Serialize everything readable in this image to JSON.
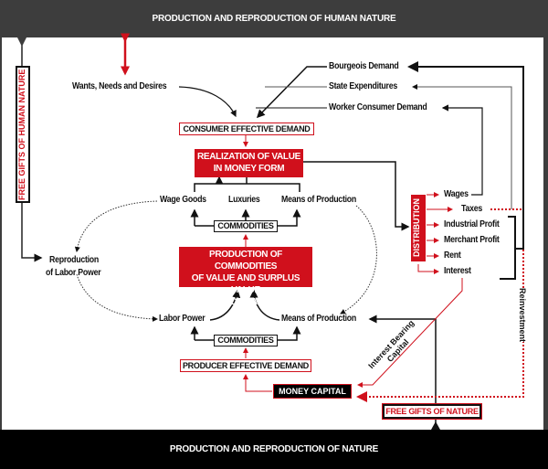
{
  "bands": {
    "top": "PRODUCTION AND REPRODUCTION OF HUMAN NATURE",
    "bottom": "PRODUCTION AND REPRODUCTION OF NATURE"
  },
  "left_column": {
    "free_gifts_human_nature": "FREE GIFTS OF HUMAN NATURE",
    "reproduction_labor_power_line1": "Reproduction",
    "reproduction_labor_power_line2": "of Labor Power"
  },
  "upper": {
    "wants": "Wants, Needs and Desires",
    "consumer_effective_demand": "CONSUMER EFFECTIVE DEMAND",
    "realization_line1": "REALIZATION OF VALUE",
    "realization_line2": "IN MONEY FORM",
    "wage_goods": "Wage Goods",
    "luxuries": "Luxuries",
    "means_of_production_top": "Means of Production",
    "commodities_top": "COMMODITIES"
  },
  "demand_sources": {
    "bourgeois": "Bourgeois Demand",
    "state": "State Expenditures",
    "worker": "Worker Consumer Demand"
  },
  "production": {
    "line1": "PRODUCTION OF COMMODITIES",
    "line2": "OF VALUE AND SURPLUS VALUE",
    "line3": "VALDRIZATION"
  },
  "lower": {
    "labor_power": "Labor Power",
    "means_of_production_bottom": "Means of Production",
    "commodities_bottom": "COMMODITIES",
    "producer_effective_demand": "PRODUCER EFFECTIVE DEMAND",
    "money_capital": "MONEY CAPITAL",
    "free_gifts_nature": "FREE GIFTS OF NATURE",
    "interest_bearing_line1": "Interest Bearing",
    "interest_bearing_line2": "Capital"
  },
  "distribution": {
    "label": "DISTRIBUTION",
    "items": [
      "Wages",
      "Taxes",
      "Industrial Profit",
      "Merchant Profit",
      "Rent",
      "Interest"
    ]
  },
  "reinvestment": "Reinvestment",
  "colors": {
    "accent_red": "#d0101c",
    "dark_band": "#3d3d3d",
    "black_band": "#000000"
  }
}
